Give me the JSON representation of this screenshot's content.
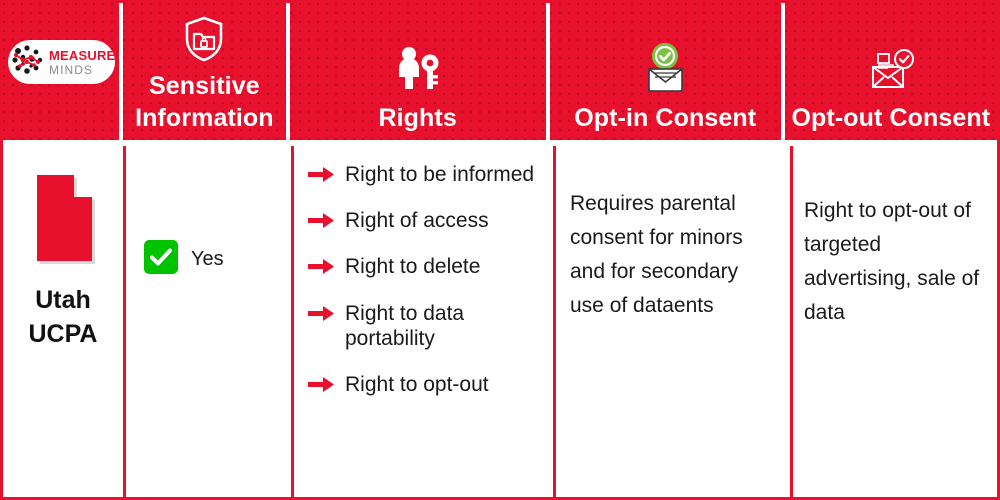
{
  "brand": {
    "name_primary": "MEASURE",
    "name_secondary": "MINDS",
    "logo_icon": "network-nodes-icon",
    "accent_color": "#e8112d",
    "secondary_color": "#8b8b8b"
  },
  "theme": {
    "header_background": "#e8112d",
    "header_text": "#ffffff",
    "border_color": "#e8112d",
    "body_text": "#1a1a1a",
    "yes_badge_color": "#00c300",
    "state_shape_color": "#e8112d"
  },
  "header": {
    "columns": [
      {
        "label": "",
        "icon": "measure-minds-logo",
        "key": "brand"
      },
      {
        "label": "Sensitive Information",
        "icon": "shield-folder-lock-icon",
        "key": "sensitive_information"
      },
      {
        "label": "Rights",
        "icon": "person-key-icon",
        "key": "rights"
      },
      {
        "label": "Opt-in Consent",
        "icon": "envelope-green-check-pin-icon",
        "key": "opt_in_consent"
      },
      {
        "label": "Opt-out Consent",
        "icon": "envelope-circle-check-icon",
        "key": "opt_out_consent"
      }
    ]
  },
  "row": {
    "state": {
      "shape_icon": "utah-state-shape",
      "name": "Utah",
      "law": "UCPA"
    },
    "sensitive_information": {
      "badge_icon": "green-check-box-icon",
      "value": "Yes"
    },
    "rights": {
      "bullet_icon": "red-arrow-icon",
      "items": [
        "Right to be informed",
        "Right of access",
        "Right to delete",
        "Right to data portability",
        "Right to opt-out"
      ]
    },
    "opt_in_consent": {
      "text": "Requires parental consent for minors and for secondary use of dataents"
    },
    "opt_out_consent": {
      "text": "Right to opt-out of targeted advertising, sale of data"
    }
  }
}
